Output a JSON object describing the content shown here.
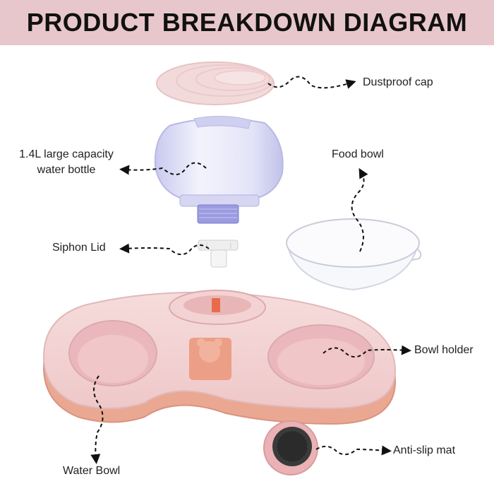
{
  "header": {
    "title": "PRODUCT BREAKDOWN DIAGRAM"
  },
  "labels": {
    "dustproof_cap": "Dustproof cap",
    "water_bottle_line1": "1.4L large capacity",
    "water_bottle_line2": "water bottle",
    "food_bowl": "Food bowl",
    "siphon_lid": "Siphon Lid",
    "bowl_holder": "Bowl holder",
    "anti_slip_mat": "Anti-slip mat",
    "water_bowl": "Water Bowl"
  },
  "colors": {
    "header_bg": "#e8c7cc",
    "cap": "#f1d6d6",
    "bottle": "#dcdcf5",
    "base_top": "#f0cfd0",
    "base_bottom": "#eaa98f",
    "bowl_clear": "#f4f6fb"
  }
}
